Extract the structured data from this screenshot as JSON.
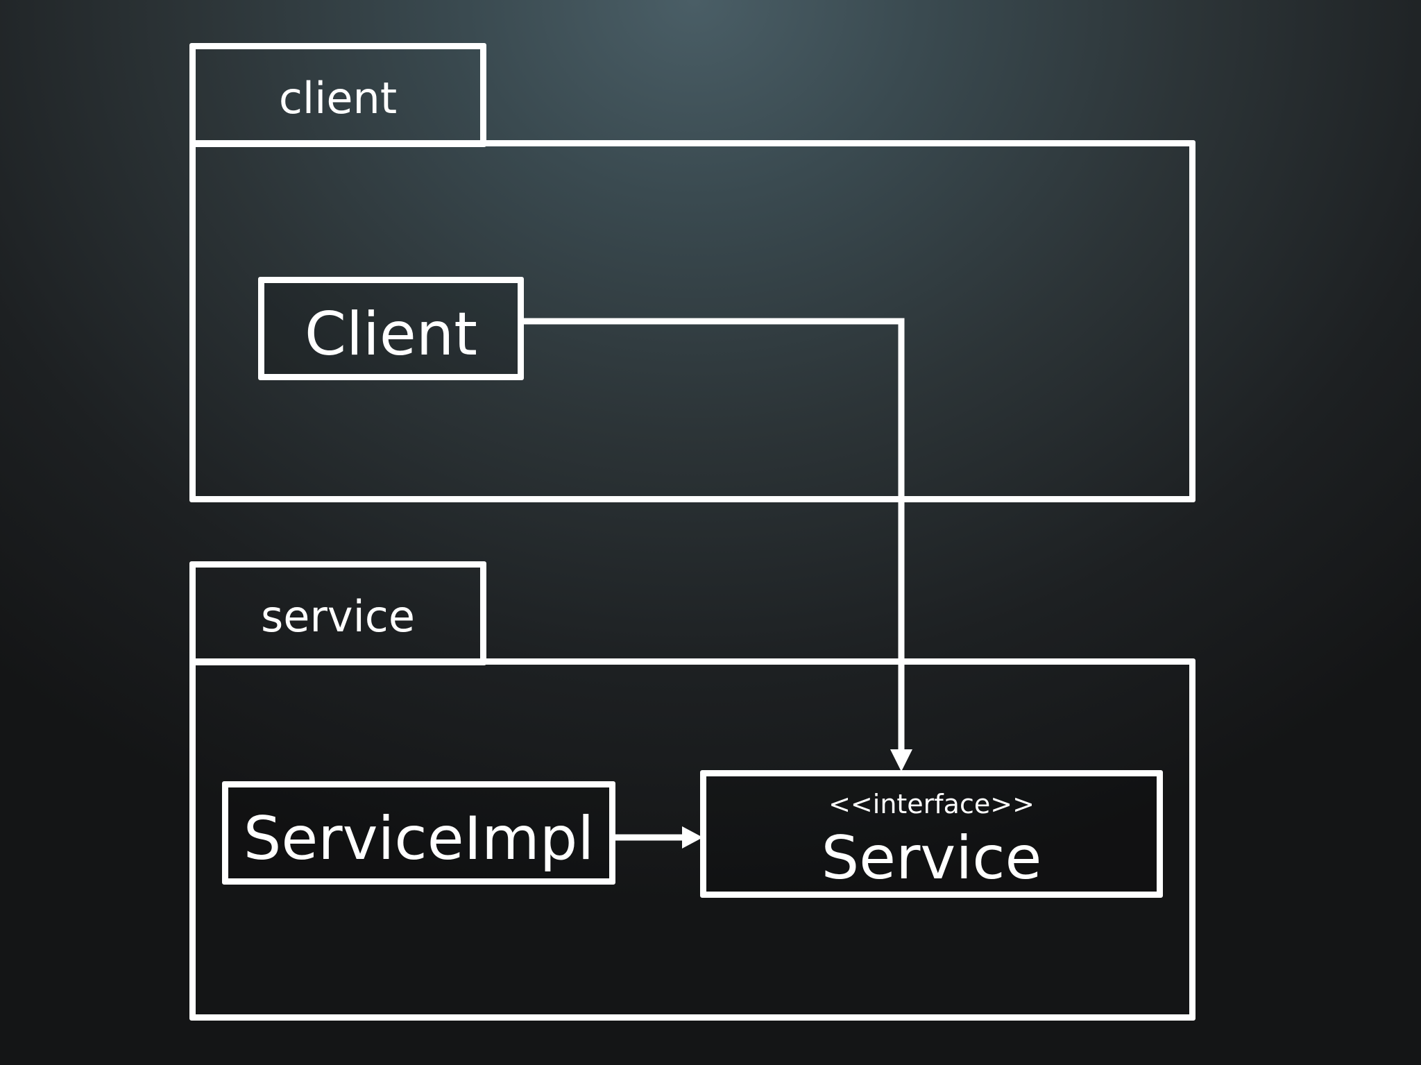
{
  "packages": {
    "client": {
      "tab_label": "client",
      "classes": {
        "client": {
          "name": "Client"
        }
      }
    },
    "service": {
      "tab_label": "service",
      "classes": {
        "service_impl": {
          "name": "ServiceImpl"
        },
        "service": {
          "stereotype": "<<interface>>",
          "name": "Service"
        }
      }
    }
  },
  "colors": {
    "line": "#ffffff",
    "background": "#2c3437"
  },
  "relations": [
    {
      "from": "Client",
      "to": "Service",
      "type": "dependency"
    },
    {
      "from": "ServiceImpl",
      "to": "Service",
      "type": "dependency"
    }
  ]
}
